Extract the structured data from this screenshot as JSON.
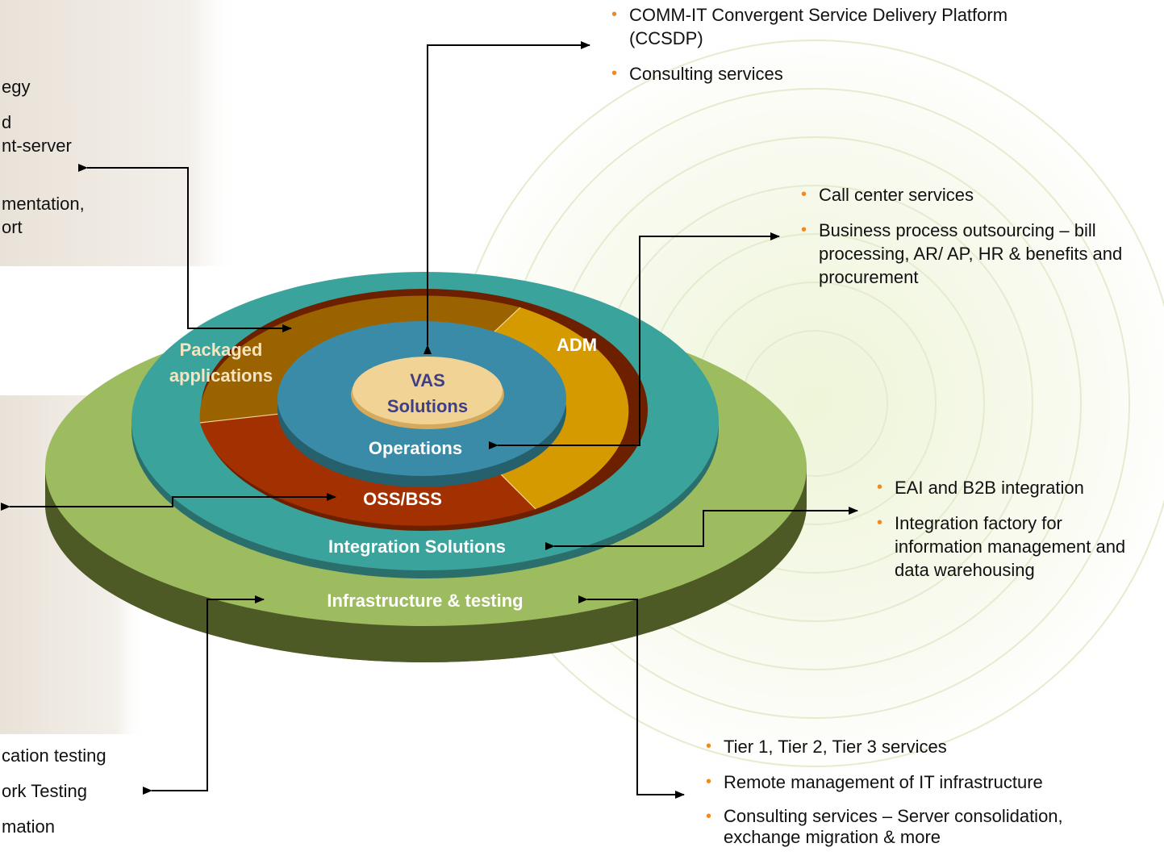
{
  "colors": {
    "bullet": "#f08a1e",
    "outer_ring": "#9dbb5f",
    "outer_ring_side": "#4d5a26",
    "integration_ring": "#3aa39b",
    "packaged_segment": "#9b6300",
    "adm_segment": "#d59a00",
    "oss_segment": "#a33000",
    "operations_disc": "#3a8ba8",
    "vas_disc": "#f1d396",
    "label_white": "#ffffff",
    "label_vas": "#3f3f82"
  },
  "diagram": {
    "rings": {
      "infrastructure": "Infrastructure & testing",
      "integration": "Integration Solutions",
      "packaged_line1": "Packaged",
      "packaged_line2": "applications",
      "adm": "ADM",
      "oss_bss": "OSS/BSS",
      "operations": "Operations",
      "vas_line1": "VAS",
      "vas_line2": "Solutions"
    }
  },
  "callouts": {
    "vas": {
      "items": [
        "COMM-IT Convergent Service Delivery Platform (CCSDP)",
        "Consulting services"
      ]
    },
    "operations": {
      "items": [
        "Call center services",
        "Business process outsourcing – bill processing, AR/ AP, HR & benefits and procurement"
      ]
    },
    "integration": {
      "items": [
        "EAI and B2B integration",
        "Integration factory for information management and data warehousing"
      ]
    },
    "infrastructure": {
      "items": [
        "Tier 1, Tier 2, Tier 3 services",
        "Remote management of IT infrastructure",
        "Consulting services – Server consolidation, exchange migration & more"
      ]
    },
    "packaged_fragments": [
      "egy",
      "d",
      "nt-server",
      "mentation,",
      "ort"
    ],
    "testing_fragments": [
      "cation testing",
      "ork Testing",
      "mation"
    ]
  }
}
